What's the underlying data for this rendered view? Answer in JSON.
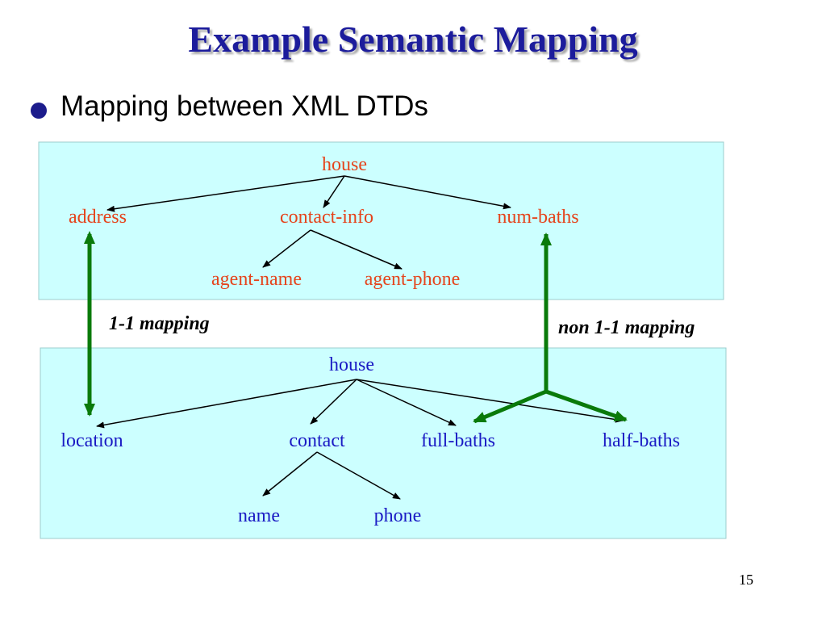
{
  "title": "Example Semantic Mapping",
  "bullet": "Mapping between XML DTDs",
  "source_tree": {
    "root": "house",
    "address": "address",
    "contact_info": "contact-info",
    "num_baths": "num-baths",
    "agent_name": "agent-name",
    "agent_phone": "agent-phone"
  },
  "target_tree": {
    "root": "house",
    "location": "location",
    "contact": "contact",
    "full_baths": "full-baths",
    "half_baths": "half-baths",
    "name": "name",
    "phone": "phone"
  },
  "labels": {
    "one_to_one": "1-1 mapping",
    "non_one_to_one": "non 1-1 mapping"
  },
  "page_number": "15",
  "colors": {
    "box": "#ccffff",
    "source_text": "#e5441c",
    "target_text": "#1a1ac4",
    "mapping_arrow": "#0a7a0a",
    "title": "#1c1c9c"
  }
}
